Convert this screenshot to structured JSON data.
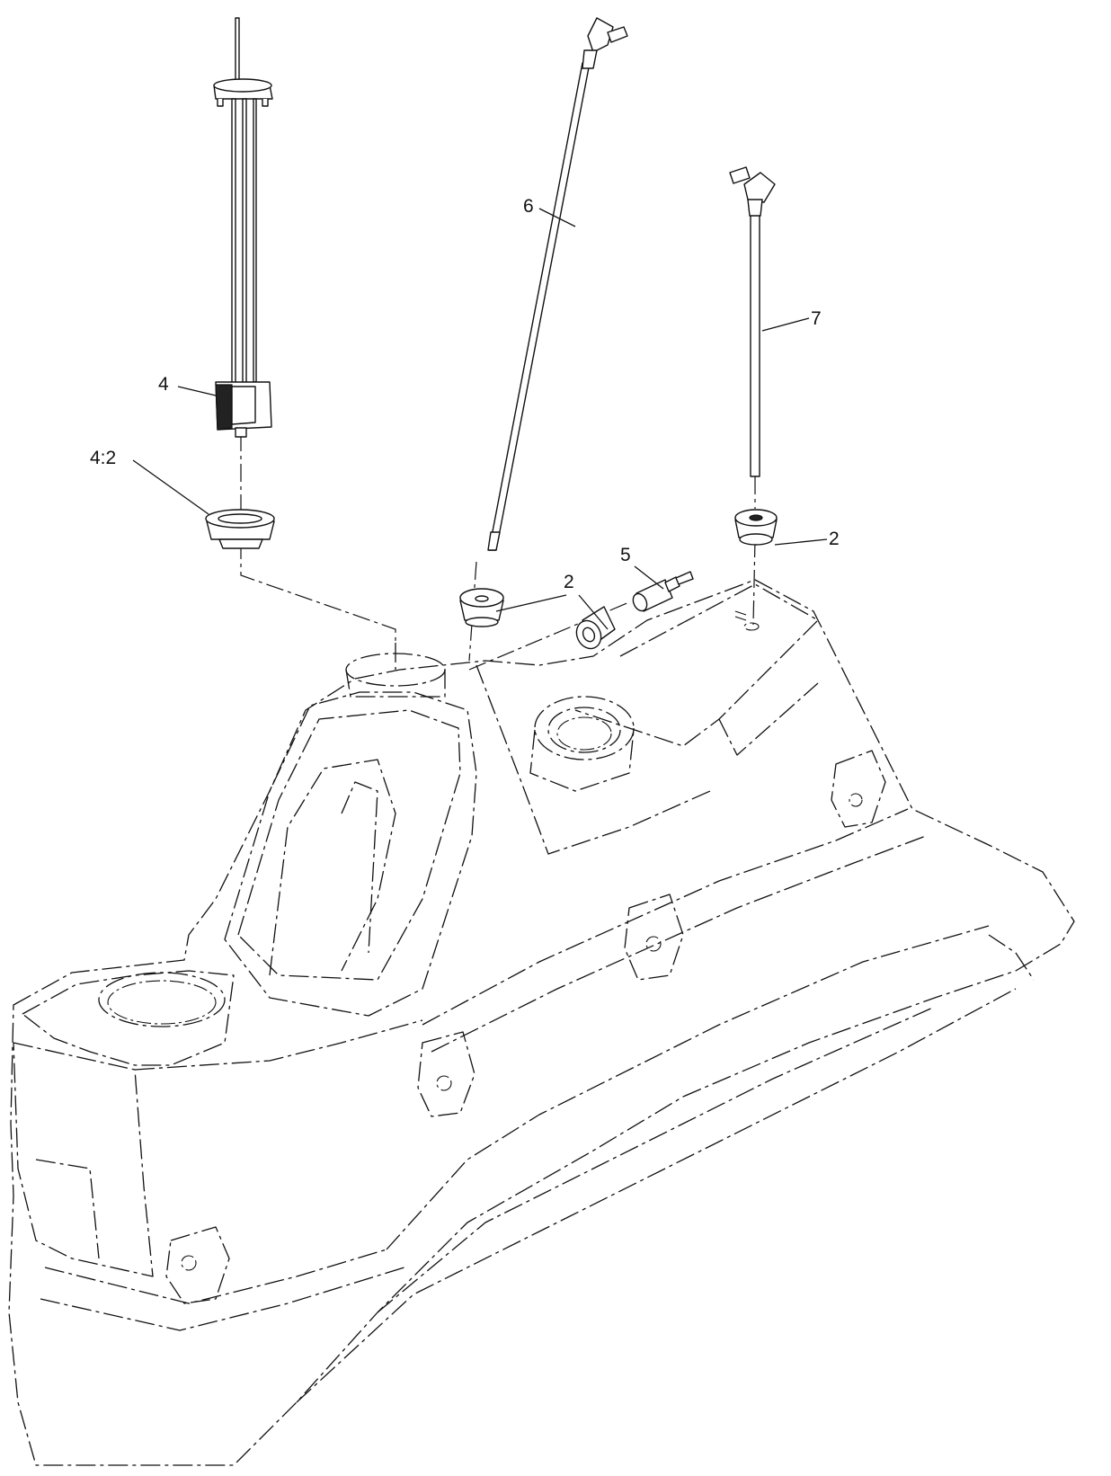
{
  "callouts": [
    {
      "id": "4",
      "text": "4"
    },
    {
      "id": "4:2",
      "text": "4:2"
    },
    {
      "id": "6",
      "text": "6"
    },
    {
      "id": "7",
      "text": "7"
    },
    {
      "id": "5",
      "text": "5"
    },
    {
      "id": "2a",
      "text": "2"
    },
    {
      "id": "2b",
      "text": "2"
    }
  ]
}
